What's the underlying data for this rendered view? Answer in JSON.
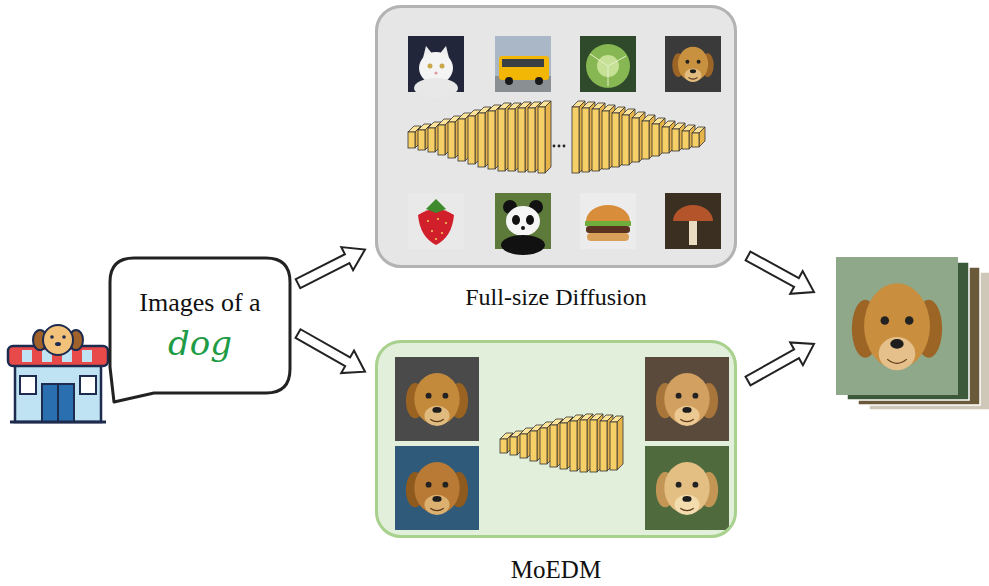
{
  "diagram": {
    "nodes": [
      {
        "text": [
          "Images of a",
          "dog"
        ]
      },
      {
        "text": [
          "Full-size Diffusion"
        ]
      },
      {
        "text": [
          "MoEDM"
        ]
      }
    ],
    "edges": [
      {
        "from": 0,
        "to": 1,
        "arrow": "to"
      },
      {
        "from": 0,
        "to": 2,
        "arrow": "to"
      }
    ]
  }
}
